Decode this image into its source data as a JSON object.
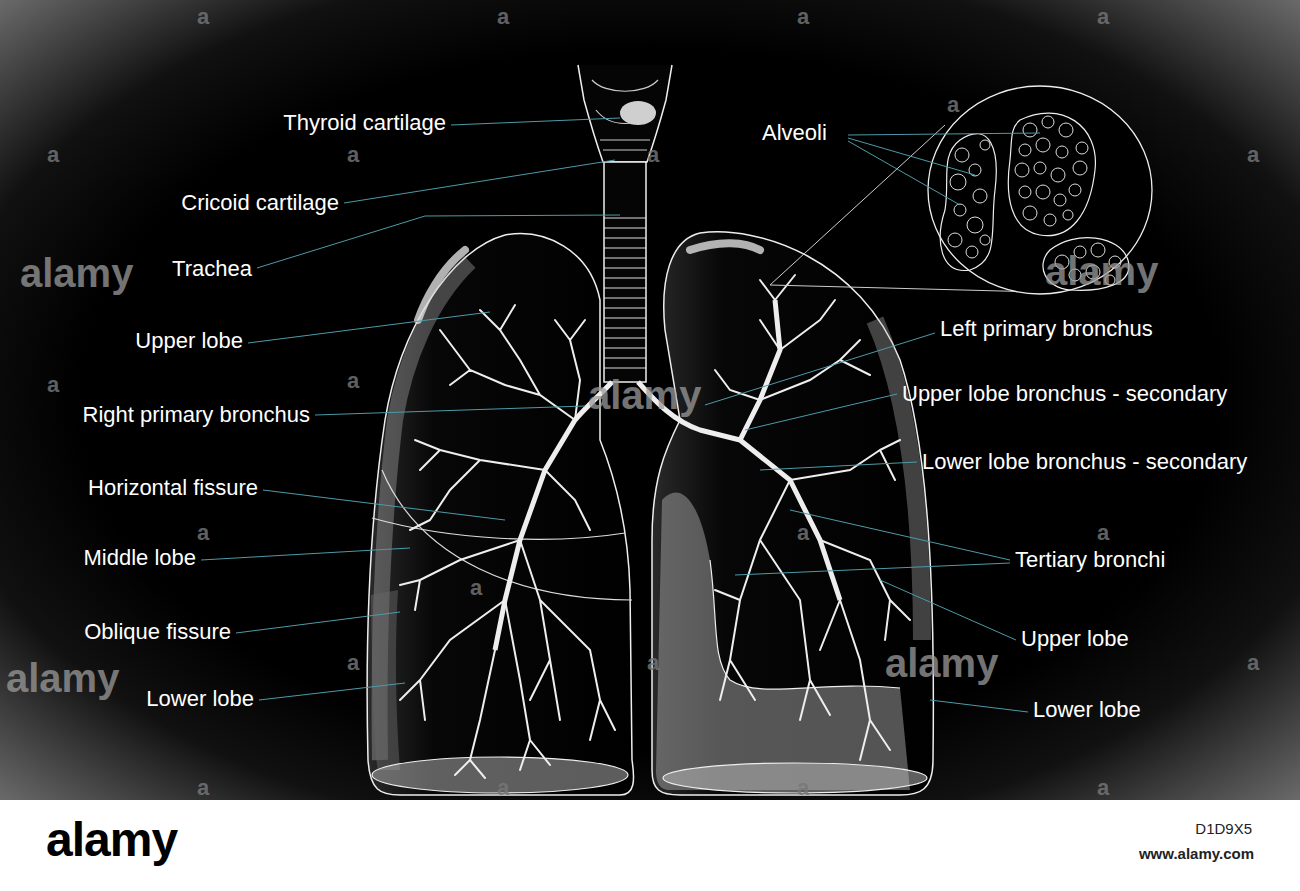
{
  "diagram": {
    "labels": [
      "Thyroid cartilage",
      "Cricoid cartilage",
      "Trachea",
      "Upper lobe",
      "Right primary bronchus",
      "Horizontal fissure",
      "Middle lobe",
      "Oblique fissure",
      "Lower lobe",
      "Alveoli",
      "Left primary bronchus",
      "Upper lobe bronchus - secondary",
      "Lower lobe bronchus - secondary",
      "Tertiary bronchi",
      "Upper lobe",
      "Lower lobe",
      "alamy",
      "alamy",
      "alamy",
      "alamy",
      "alamy",
      "a",
      "a",
      "a",
      "a",
      "a",
      "a",
      "a",
      "a",
      "a",
      "a",
      "a",
      "a",
      "a",
      "a",
      "a",
      "a",
      "a",
      "a",
      "a",
      "a",
      "a",
      "a",
      "alamy",
      "D1D9X5",
      "www.alamy.com"
    ]
  }
}
